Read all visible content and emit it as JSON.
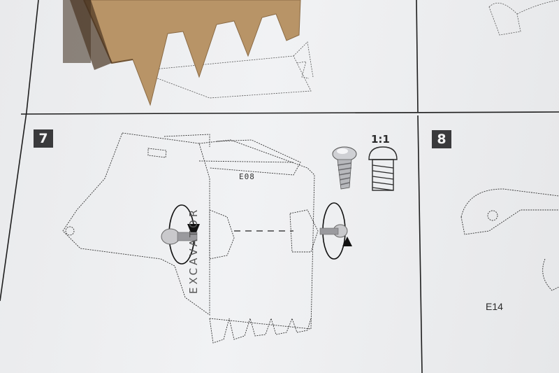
{
  "steps": [
    {
      "number": "7"
    },
    {
      "number": "8"
    }
  ],
  "scale": "1:1",
  "part_codes": {
    "bucket_plate": "E08",
    "next_part": "E14"
  },
  "engraving": "EXCAVATOR"
}
